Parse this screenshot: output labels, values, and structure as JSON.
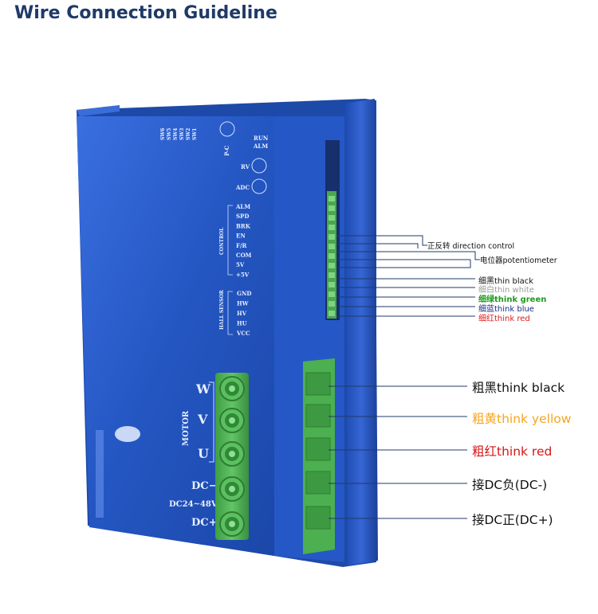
{
  "title": "Wire Connection Guideline",
  "panel": {
    "run": "RUN",
    "alm": "ALM",
    "rv": "RV",
    "adc": "ADC",
    "pc": "P-C",
    "sw_labels": [
      "SW6",
      "SW5",
      "SW4",
      "SW3",
      "SW2",
      "SW1"
    ],
    "control_group": "CONTROL",
    "control_pins": [
      "ALM",
      "SPD",
      "BRK",
      "EN",
      "F/R",
      "COM",
      "5V",
      "+5V"
    ],
    "hall_group": "HALL SENSOR",
    "hall_pins": [
      "GND",
      "HW",
      "HV",
      "HU",
      "VCC"
    ],
    "motor_group": "MOTOR",
    "motor_pins": [
      "W",
      "V",
      "U"
    ],
    "dc_minus": "DC−",
    "dc_range": "DC24~48V",
    "dc_plus": "DC+"
  },
  "callouts_small": {
    "direction": "正反转 direction control",
    "pot": "电位器potentiometer",
    "black": "细黑thin black",
    "white": "细白thin white",
    "green": "细绿think green",
    "blue": "细蓝think blue",
    "red": "细红think red"
  },
  "callouts_large": {
    "black": "粗黑think black",
    "yellow": "粗黄think yellow",
    "red": "粗红think red",
    "dc_neg": "接DC负(DC-)",
    "dc_pos": "接DC正(DC+)"
  },
  "colors": {
    "title": "#1f3a67",
    "housing": "#2659c4",
    "terminal_green": "#4caf50",
    "yellow_label": "#f5a623",
    "red_label": "#d81515"
  }
}
